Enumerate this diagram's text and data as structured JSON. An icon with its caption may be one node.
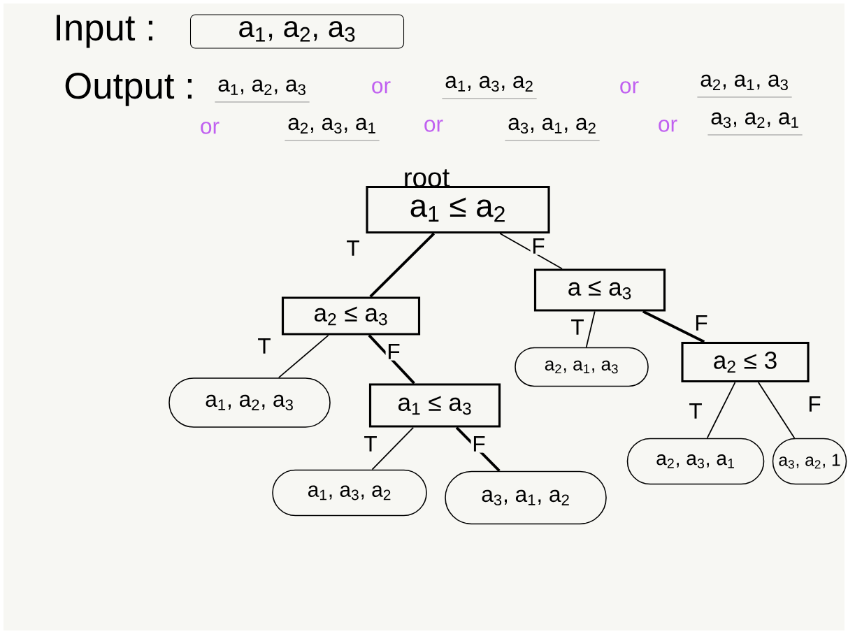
{
  "diagram": {
    "nodes": [
      {
        "text": [
          "a$_{1}$, a$_{2}$, a$_{3}$"
        ]
      },
      {
        "text": [
          "a$_{1}$ ≤ a$_{2}$"
        ],
        "beside": [
          "root"
        ]
      },
      {
        "text": [
          "a$_{2}$ ≤ a$_{3}$"
        ]
      },
      {
        "text": [
          "a ≤ a$_{3}$"
        ]
      },
      {
        "text": [
          "a$_{1}$, a$_{2}$, a$_{3}$"
        ]
      },
      {
        "text": [
          "a$_{1}$ ≤ a$_{3}$"
        ]
      },
      {
        "text": [
          "a$_{2}$, a$_{1}$, a$_{3}$"
        ]
      },
      {
        "text": [
          "a$_{2}$ ≤ 3"
        ]
      },
      {
        "text": [
          "a$_{1}$, a$_{3}$, a$_{2}$"
        ]
      },
      {
        "text": [
          "a$_{3}$, a$_{1}$, a$_{2}$"
        ]
      },
      {
        "text": [
          "a$_{2}$, a$_{3}$, a$_{1}$"
        ]
      },
      {
        "text": [
          "a$_{3}$, a$_{2}$, 1"
        ]
      }
    ],
    "edges": [
      {
        "from": 1,
        "to": 2,
        "arrow": "none",
        "label": "T",
        "style": "thick"
      },
      {
        "from": 1,
        "to": 3,
        "arrow": "none",
        "label": "F"
      },
      {
        "from": 2,
        "to": 4,
        "arrow": "none",
        "label": "T"
      },
      {
        "from": 2,
        "to": 5,
        "arrow": "none",
        "label": "F",
        "style": "thick"
      },
      {
        "from": 3,
        "to": 6,
        "arrow": "none",
        "label": "T"
      },
      {
        "from": 3,
        "to": 7,
        "arrow": "none",
        "label": "F",
        "style": "thick"
      },
      {
        "from": 5,
        "to": 8,
        "arrow": "none",
        "label": "T"
      },
      {
        "from": 5,
        "to": 9,
        "arrow": "none",
        "label": "F",
        "style": "thick"
      },
      {
        "from": 7,
        "to": 10,
        "arrow": "none",
        "label": "T"
      },
      {
        "from": 7,
        "to": 11,
        "arrow": "none",
        "label": "F"
      }
    ],
    "labels": [
      "Input :",
      "Output :",
      "a$_{1}$, a$_{2}$, a$_{3}$",
      "or",
      "a$_{1}$, a$_{3}$, a$_{2}$",
      "or",
      "a$_{2}$, a$_{1}$, a$_{3}$",
      "or",
      "a$_{2}$, a$_{3}$, a$_{1}$",
      "or",
      "a$_{3}$, a$_{1}$, a$_{2}$",
      "or",
      "a$_{3}$, a$_{2}$, a$_{1}$"
    ]
  }
}
